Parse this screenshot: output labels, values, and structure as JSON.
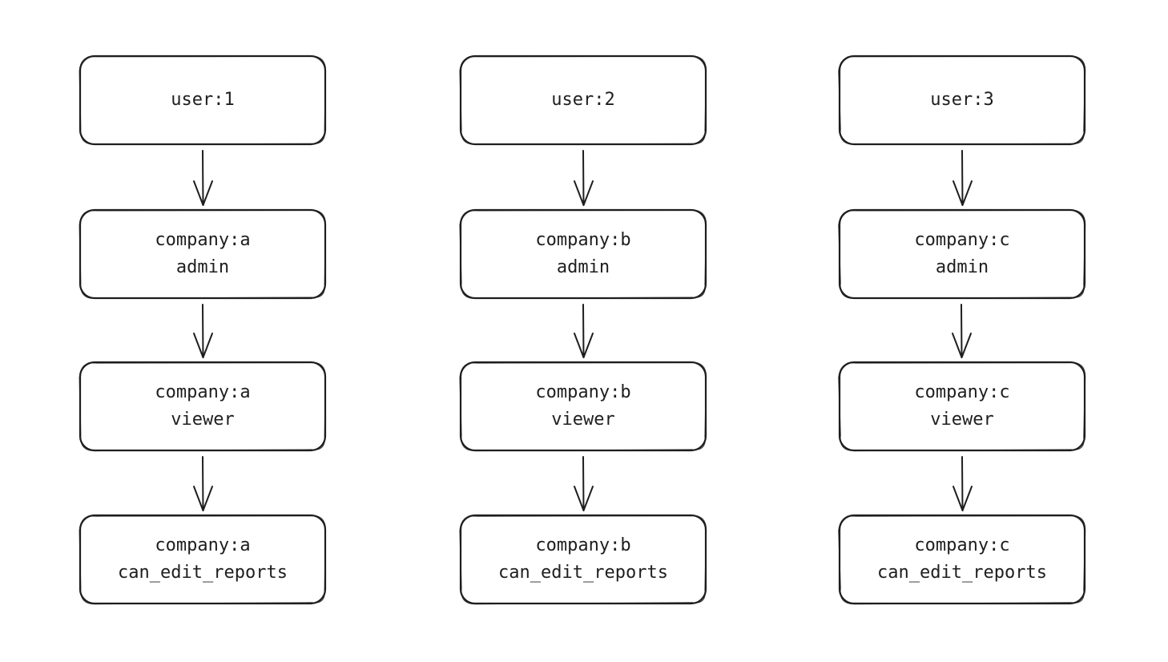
{
  "diagram": {
    "columns": [
      {
        "id": "user-1",
        "nodes": [
          {
            "lines": [
              "user:1"
            ]
          },
          {
            "lines": [
              "company:a",
              "admin"
            ]
          },
          {
            "lines": [
              "company:a",
              "viewer"
            ]
          },
          {
            "lines": [
              "company:a",
              "can_edit_reports"
            ]
          }
        ]
      },
      {
        "id": "user-2",
        "nodes": [
          {
            "lines": [
              "user:2"
            ]
          },
          {
            "lines": [
              "company:b",
              "admin"
            ]
          },
          {
            "lines": [
              "company:b",
              "viewer"
            ]
          },
          {
            "lines": [
              "company:b",
              "can_edit_reports"
            ]
          }
        ]
      },
      {
        "id": "user-3",
        "nodes": [
          {
            "lines": [
              "user:3"
            ]
          },
          {
            "lines": [
              "company:c",
              "admin"
            ]
          },
          {
            "lines": [
              "company:c",
              "viewer"
            ]
          },
          {
            "lines": [
              "company:c",
              "can_edit_reports"
            ]
          }
        ]
      }
    ],
    "colors": {
      "stroke": "#1e1e1e",
      "background": "#ffffff",
      "node_fill": "#ffffff"
    }
  }
}
